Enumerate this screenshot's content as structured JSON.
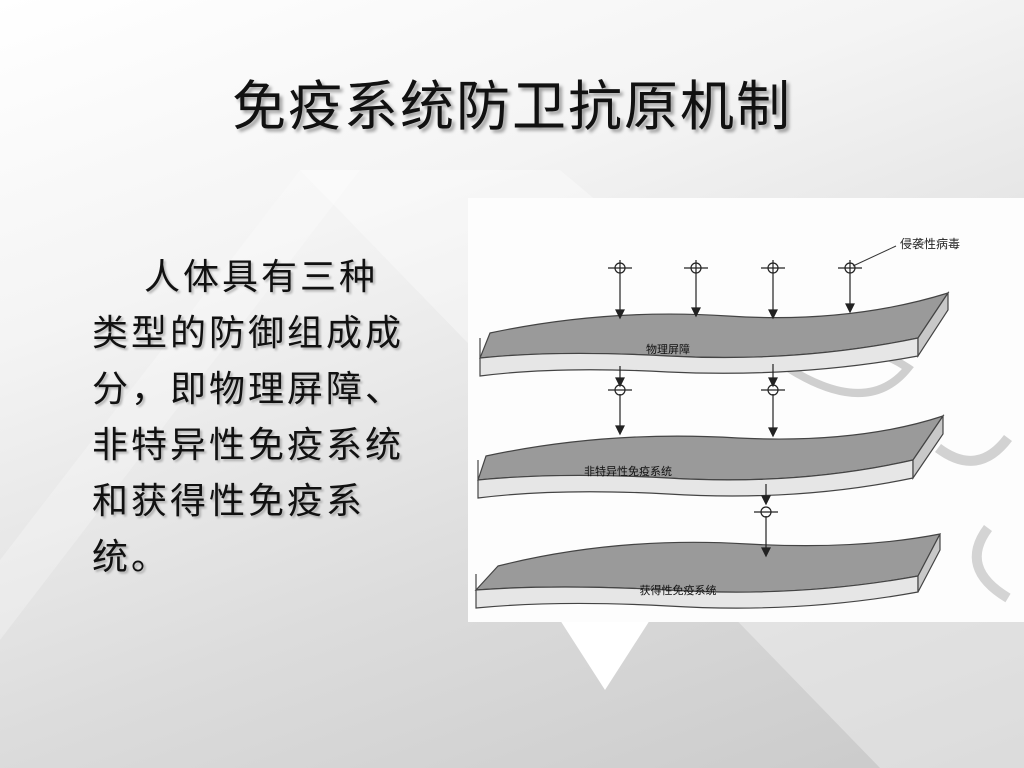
{
  "slide": {
    "title": "免疫系统防卫抗原机制",
    "body": "人体具有三种类型的防御组成成分，即物理屏障、非特异性免疫系统和获得性免疫系统。"
  },
  "figure": {
    "pathogen_label": "侵袭性病毒",
    "layers": [
      {
        "label": "物理屏障"
      },
      {
        "label": "非特异性免疫系统"
      },
      {
        "label": "获得性免疫系统"
      }
    ],
    "colors": {
      "layer_top": "#9a9a9a",
      "layer_side": "#e6e6e6",
      "arrow": "#222222"
    }
  }
}
